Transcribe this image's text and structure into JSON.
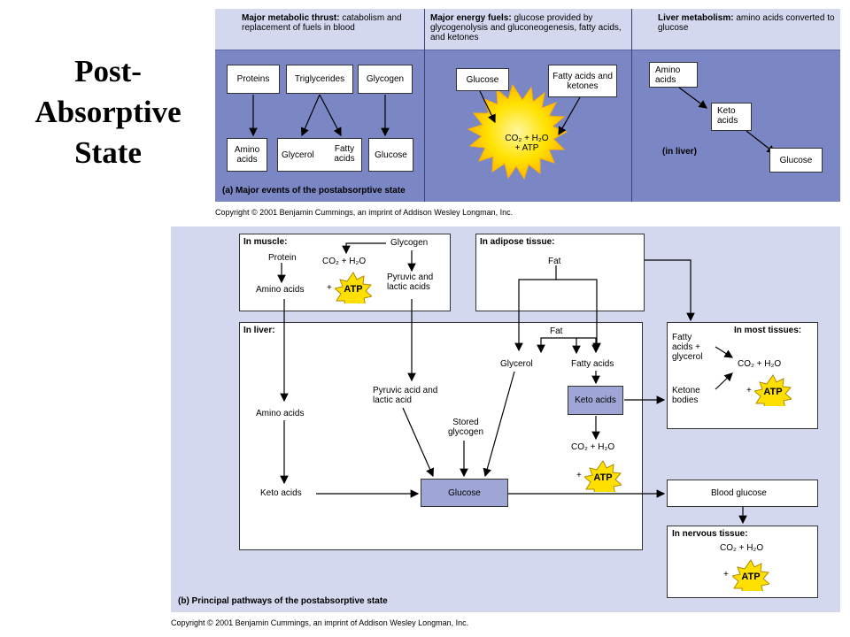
{
  "title": {
    "line1": "Post-",
    "line2": "Absorptive",
    "line3": "State"
  },
  "panel_a": {
    "col1_header_bold": "Major metabolic thrust:",
    "col1_header_rest": "catabolism and replacement of fuels in blood",
    "col2_header_bold": "Major energy fuels:",
    "col2_header_rest": "glucose provided by glycogenolysis and gluconeogenesis, fatty acids, and ketones",
    "col3_header_bold": "Liver metabolism:",
    "col3_header_rest": "amino acids converted to glucose",
    "proteins": "Proteins",
    "triglycerides": "Triglycerides",
    "glycogen": "Glycogen",
    "amino_acids": "Amino acids",
    "glycerol": "Glycerol",
    "fatty_acids": "Fatty acids",
    "glucose": "Glucose",
    "glucose2": "Glucose",
    "fatty_ketones": "Fatty acids and ketones",
    "sun_text1": "CO₂ + H₂O",
    "sun_text2": "+ ATP",
    "liver_amino": "Amino acids",
    "keto": "Keto acids",
    "in_liver": "(in liver)",
    "liver_glucose": "Glucose",
    "caption": "(a) Major events of the postabsorptive state",
    "copyright": "Copyright © 2001 Benjamin Cummings, an imprint of Addison Wesley Longman, Inc."
  },
  "panel_b": {
    "muscle_title": "In muscle:",
    "muscle_protein": "Protein",
    "muscle_glycogen": "Glycogen",
    "muscle_co2": "CO₂ + H₂O",
    "muscle_amino": "Amino acids",
    "muscle_plus": "+",
    "muscle_pyruvic": "Pyruvic and lactic acids",
    "adipose_title": "In adipose tissue:",
    "adipose_fat": "Fat",
    "liver_title": "In liver:",
    "liver_fat": "Fat",
    "liver_glycerol": "Glycerol",
    "liver_fatty": "Fatty acids",
    "liver_keto": "Keto acids",
    "liver_co2": "CO₂ + H₂O",
    "liver_plus": "+",
    "liver_amino": "Amino acids",
    "liver_pyruvic": "Pyruvic acid and lactic acid",
    "liver_stored": "Stored glycogen",
    "liver_keto_acids": "Keto acids",
    "liver_glucose": "Glucose",
    "most_title": "In most tissues:",
    "most_fatty": "Fatty acids + glycerol",
    "most_ketone": "Ketone bodies",
    "most_co2": "CO₂ + H₂O",
    "most_plus": "+",
    "blood_glucose": "Blood glucose",
    "nervous_title": "In nervous tissue:",
    "nervous_co2": "CO₂ + H₂O",
    "nervous_plus": "+",
    "atp": "ATP",
    "caption": "(b) Principal pathways of the postabsorptive state",
    "copyright": "Copyright © 2001 Benjamin Cummings, an imprint of Addison Wesley Longman, Inc."
  },
  "colors": {
    "panel_a_dark": "#7b86c4",
    "panel_a_light": "#d4d8ef",
    "panel_b_bg": "#d4d8ef",
    "highlight": "#9fa6d6",
    "atp_yellow": "#ffe000"
  }
}
